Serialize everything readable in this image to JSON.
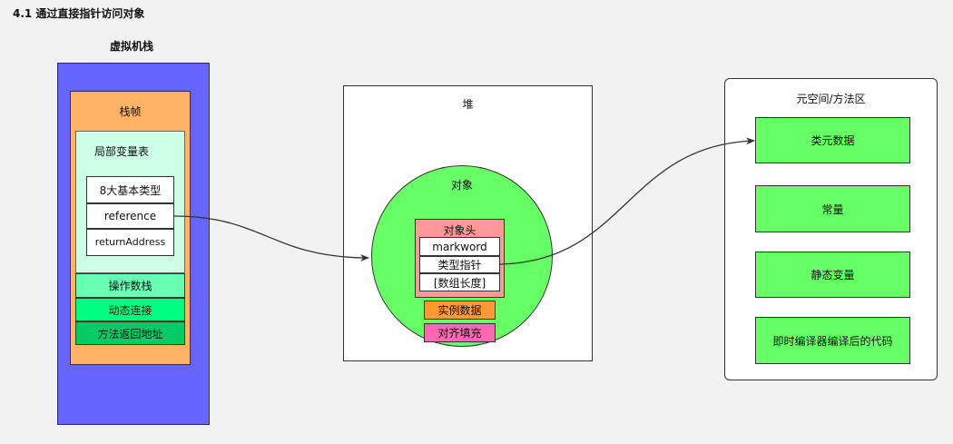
{
  "page": {
    "heading": "4.1 通过直接指针访问对象"
  },
  "vm_stack": {
    "title": "虚拟机栈",
    "frame_label": "栈帧",
    "locals_label": "局部变量表",
    "locals_cells": [
      "8大基本类型",
      "reference",
      "returnAddress"
    ],
    "operand_stack": "操作数栈",
    "dynamic_link": "动态连接",
    "return_address": "方法返回地址"
  },
  "heap": {
    "title": "堆",
    "object_label": "对象",
    "header_label": "对象头",
    "header_cells": [
      "markword",
      "类型指针",
      "[数组长度]"
    ],
    "instance_data": "实例数据",
    "padding": "对齐填充"
  },
  "metaspace": {
    "title": "元空间/方法区",
    "items": [
      "类元数据",
      "常量",
      "静态变量",
      "即时编译器编译后的代码"
    ]
  },
  "colors": {
    "stack_blue": "#6666ff",
    "frame_orange": "#ffb366",
    "locals_mint": "#ccffe6",
    "object_green": "#66ff66",
    "header_pink": "#ff9999"
  }
}
